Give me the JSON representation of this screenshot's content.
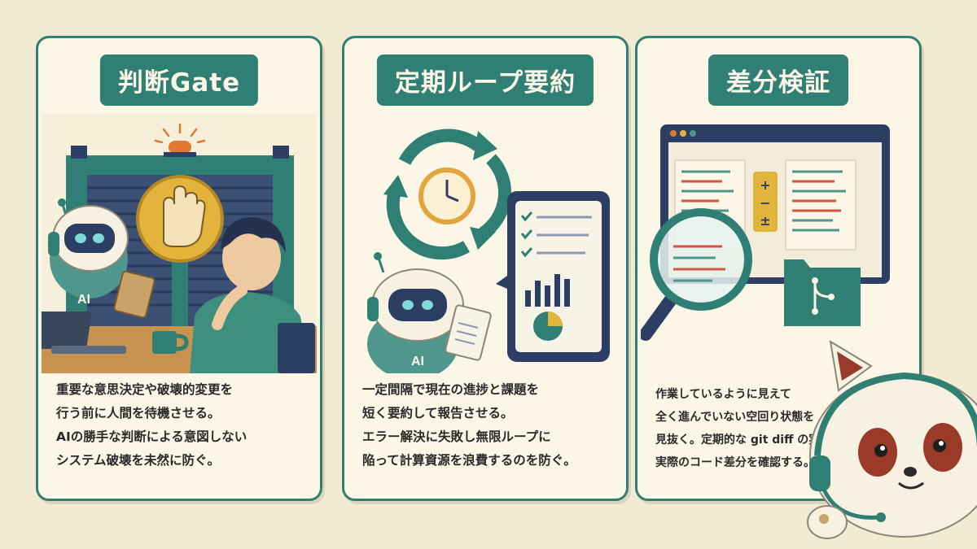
{
  "cards": [
    {
      "title": "判断Gate",
      "lines": [
        "重要な意思決定や破壊的変更を",
        "行う前に人間を待機させる。",
        "AIの勝手な判断による意図しない",
        "システム破壊を未然に防ぐ。"
      ],
      "robot_label": "AI"
    },
    {
      "title": "定期ループ要約",
      "lines": [
        "一定間隔で現在の進捗と課題を",
        "短く要約して報告させる。",
        "エラー解決に失敗し無限ループに",
        "陥って計算資源を浪費するのを防ぐ。"
      ],
      "robot_label": "AI"
    },
    {
      "title": "差分検証",
      "lines": [
        "作業しているように見えて",
        "全く進んでいない空回り状態を",
        "見抜く。定期的な git diff の実行で",
        "実際のコード差分を確認する。"
      ],
      "diff_symbols": [
        "+",
        "−",
        "±"
      ]
    }
  ],
  "colors": {
    "teal": "#2f7f74",
    "navy": "#2c3e63",
    "background": "#f3ead3",
    "card": "#fbf6e6"
  }
}
